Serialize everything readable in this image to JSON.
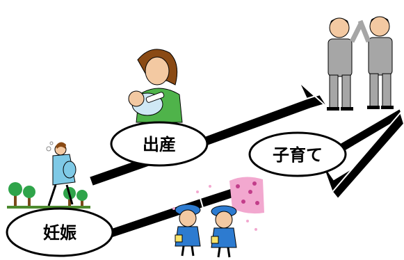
{
  "stages": {
    "pregnancy": {
      "label": "妊娠"
    },
    "birth": {
      "label": "出産"
    },
    "child_rearing": {
      "label": "子育て"
    }
  },
  "illustrations": {
    "pregnant_woman": {
      "icon": "pregnant-woman-walking-icon"
    },
    "mother_feeding_baby": {
      "icon": "mother-bottle-feeding-baby-icon"
    },
    "kindergarten_children": {
      "icon": "kindergarten-children-icon"
    },
    "cherry_blossoms": {
      "icon": "cherry-blossom-icon"
    },
    "students_uniform": {
      "icon": "students-in-school-uniform-icon"
    },
    "trees": {
      "icon": "trees-icon"
    }
  },
  "colors": {
    "arrow_fill": "#000000",
    "arrow_outline": "#ffffff",
    "bubble_fill": "#ffffff",
    "bubble_stroke": "#000000",
    "mother_shirt": "#4fb34a",
    "mother_hair": "#8a4a14",
    "pregnant_coat": "#7ec9e6",
    "child_uniform": "#2d7bd0",
    "child_hat": "#2d7bd0",
    "child_bag": "#f7e36a",
    "student_uniform": "#a6a6a6",
    "blossom_pink": "#f2a8cf",
    "tree_green": "#2fa44a"
  }
}
